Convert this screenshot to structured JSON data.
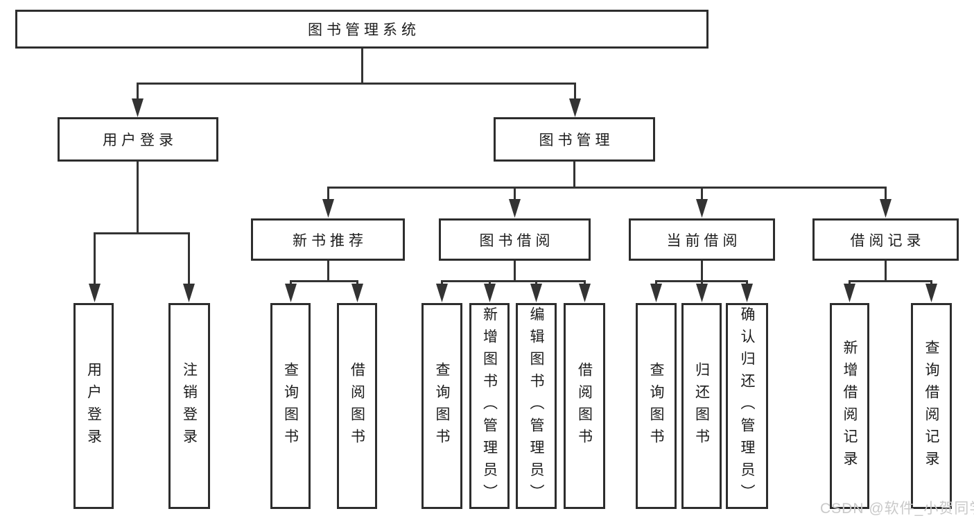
{
  "colors": {
    "background": "#ffffff",
    "line": "#333333",
    "box_border": "#2d2d2d",
    "text": "#1c1c1c",
    "watermark": "#c9c9c9"
  },
  "tree": {
    "root_label": "图书管理系统",
    "branches": [
      {
        "label": "用户登录",
        "leaves": [
          "用户登录",
          "注销登录"
        ]
      },
      {
        "label": "图书管理",
        "groups": [
          {
            "label": "新书推荐",
            "leaves": [
              "查询图书",
              "借阅图书"
            ]
          },
          {
            "label": "图书借阅",
            "leaves": [
              "查询图书",
              "新增图书（管理员）",
              "编辑图书（管理员）",
              "借阅图书"
            ]
          },
          {
            "label": "当前借阅",
            "leaves": [
              "查询图书",
              "归还图书",
              "确认归还（管理员）"
            ]
          },
          {
            "label": "借阅记录",
            "leaves": [
              "新增借阅记录",
              "查询借阅记录"
            ]
          }
        ]
      }
    ]
  },
  "watermark": {
    "text": "CSDN @软件_小贺同学"
  }
}
